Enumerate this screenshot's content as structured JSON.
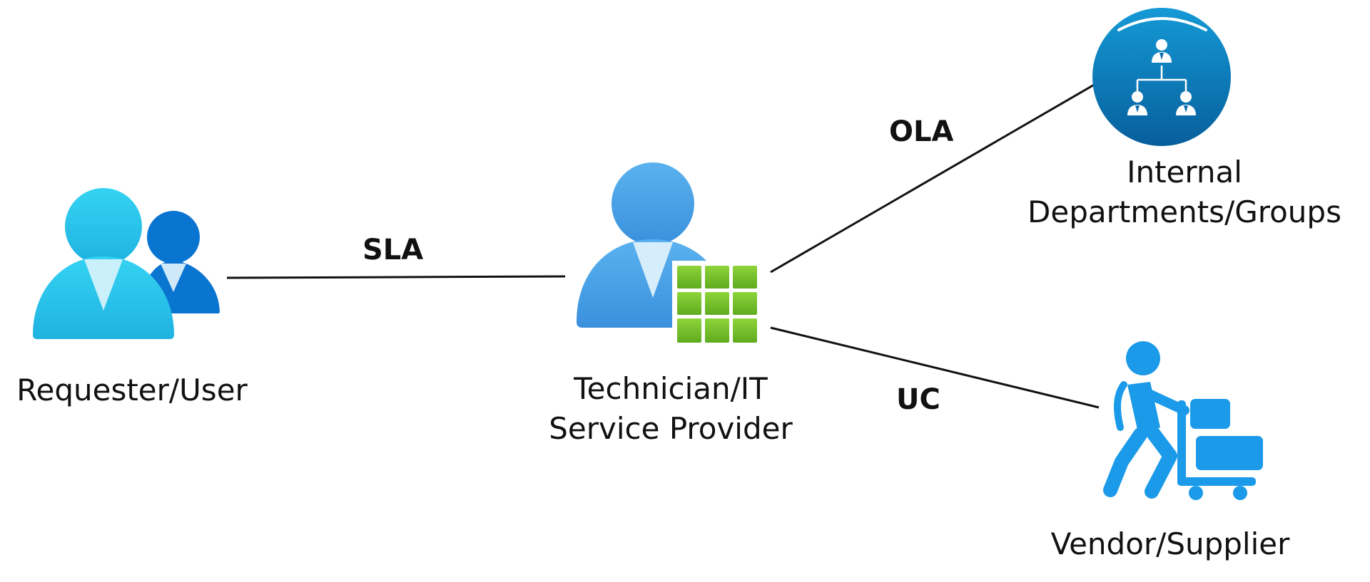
{
  "nodes": {
    "requester": {
      "label": "Requester/User",
      "icon": "users-icon"
    },
    "technician": {
      "label_line1": "Technician/IT",
      "label_line2": "Service Provider",
      "icon": "technician-grid-icon"
    },
    "internal": {
      "label_line1": "Internal",
      "label_line2": "Departments/Groups",
      "icon": "org-chart-icon"
    },
    "vendor": {
      "label": "Vendor/Supplier",
      "icon": "delivery-cart-icon"
    }
  },
  "edges": {
    "sla": {
      "label": "SLA",
      "from": "requester",
      "to": "technician"
    },
    "ola": {
      "label": "OLA",
      "from": "technician",
      "to": "internal"
    },
    "uc": {
      "label": "UC",
      "from": "technician",
      "to": "vendor"
    }
  },
  "colors": {
    "user_light": "#35cdf0",
    "user_dark": "#0a74d1",
    "tech_blue": "#4aa3e8",
    "grid_green": "#7cc42c",
    "circle_blue": "#0b6fb0",
    "vendor_blue": "#1a9ae8",
    "line": "#111111"
  }
}
